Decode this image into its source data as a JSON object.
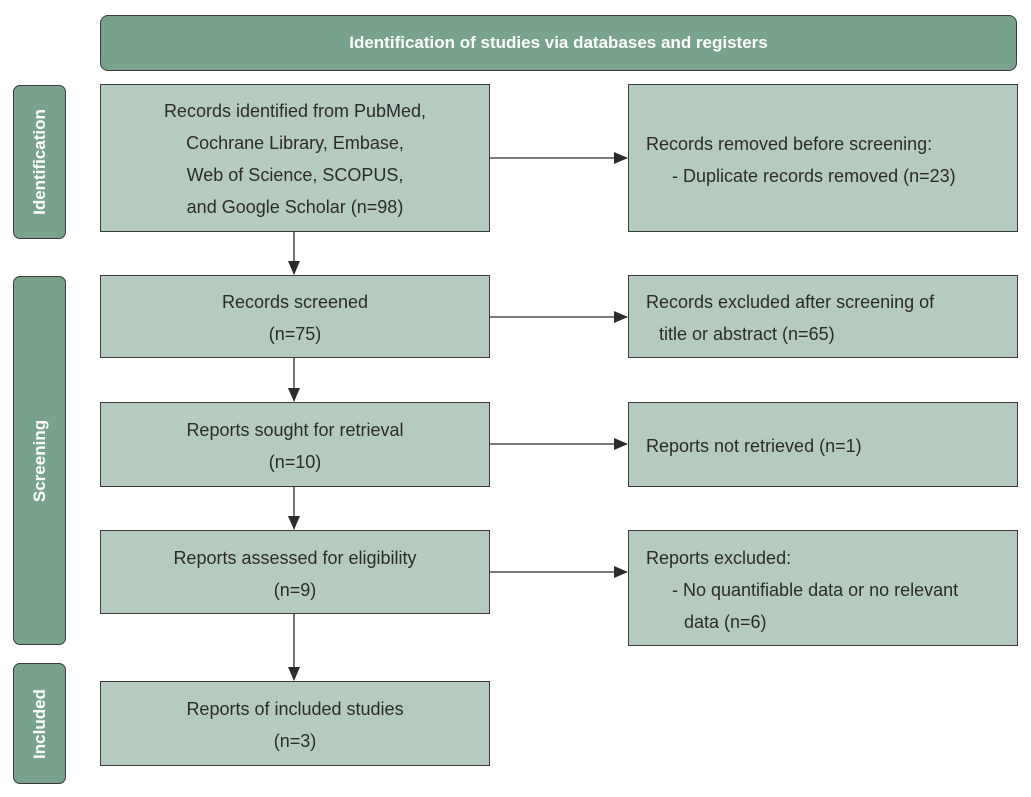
{
  "header": {
    "title": "Identification of studies via databases and registers"
  },
  "phases": {
    "identification": "Identification",
    "screening": "Screening",
    "included": "Included"
  },
  "boxes": {
    "records_identified": [
      "Records identified from PubMed,",
      "Cochrane Library, Embase,",
      "Web of Science, SCOPUS,",
      "and Google Scholar (n=98)"
    ],
    "records_removed": [
      "Records removed before screening:",
      "- Duplicate records removed (n=23)"
    ],
    "records_screened": [
      "Records screened",
      "(n=75)"
    ],
    "records_excluded": [
      "Records excluded after screening of",
      "title or abstract (n=65)"
    ],
    "reports_sought": [
      "Reports sought for retrieval",
      "(n=10)"
    ],
    "reports_not_retrieved": [
      "Reports not retrieved (n=1)"
    ],
    "reports_assessed": [
      "Reports assessed for eligibility",
      "(n=9)"
    ],
    "reports_excluded": [
      "Reports excluded:",
      "- No quantifiable data or no relevant",
      "data (n=6)"
    ],
    "included_studies": [
      "Reports of included studies",
      "(n=3)"
    ]
  },
  "colors": {
    "header_fill": "#77a38d",
    "box_fill": "#b6cbbf",
    "border": "#3a3a3a",
    "arrow": "#2b2b2b"
  }
}
